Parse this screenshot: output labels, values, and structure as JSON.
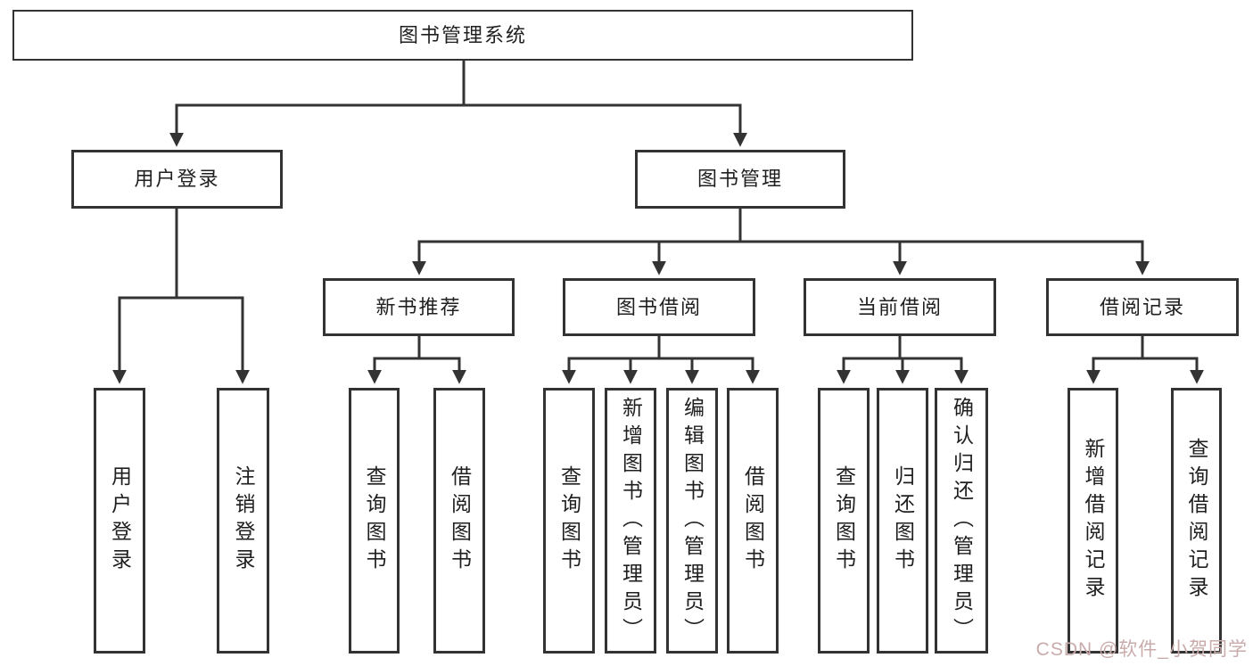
{
  "tree": {
    "root": {
      "label": "图书管理系统",
      "children": [
        {
          "label": "用户登录",
          "children": [
            {
              "label": "用户登录"
            },
            {
              "label": "注销登录"
            }
          ]
        },
        {
          "label": "图书管理",
          "children": [
            {
              "label": "新书推荐",
              "children": [
                {
                  "label": "查询图书"
                },
                {
                  "label": "借阅图书"
                }
              ]
            },
            {
              "label": "图书借阅",
              "children": [
                {
                  "label": "查询图书"
                },
                {
                  "label": "新增图书（管理员）"
                },
                {
                  "label": "编辑图书（管理员）"
                },
                {
                  "label": "借阅图书"
                }
              ]
            },
            {
              "label": "当前借阅",
              "children": [
                {
                  "label": "查询图书"
                },
                {
                  "label": "归还图书"
                },
                {
                  "label": "确认归还（管理员）"
                }
              ]
            },
            {
              "label": "借阅记录",
              "children": [
                {
                  "label": "新增借阅记录"
                },
                {
                  "label": "查询借阅记录"
                }
              ]
            }
          ]
        }
      ]
    }
  },
  "watermark": {
    "text": "CSDN @软件_小贺同学"
  },
  "colors": {
    "line": "#333333",
    "box_border": "#333333",
    "text": "#1f1f1f",
    "watermark": "#c9abab",
    "background": "#ffffff"
  }
}
